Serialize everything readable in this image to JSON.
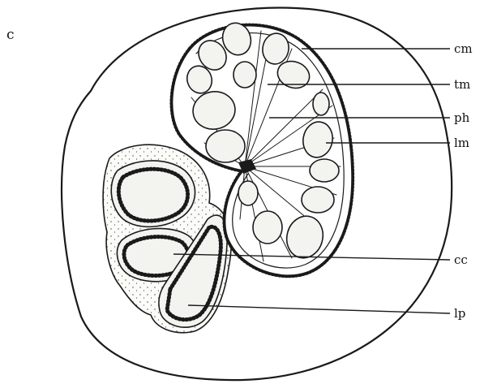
{
  "figure": {
    "panel_letter": "c",
    "labels": {
      "cm": "cm",
      "tm": "tm",
      "ph": "ph",
      "lm": "lm",
      "cc": "cc",
      "lp": "lp"
    }
  },
  "colors": {
    "ink": "#1a1a1a",
    "paper": "#ffffff",
    "stipple_fill": "#f3f3ef"
  }
}
